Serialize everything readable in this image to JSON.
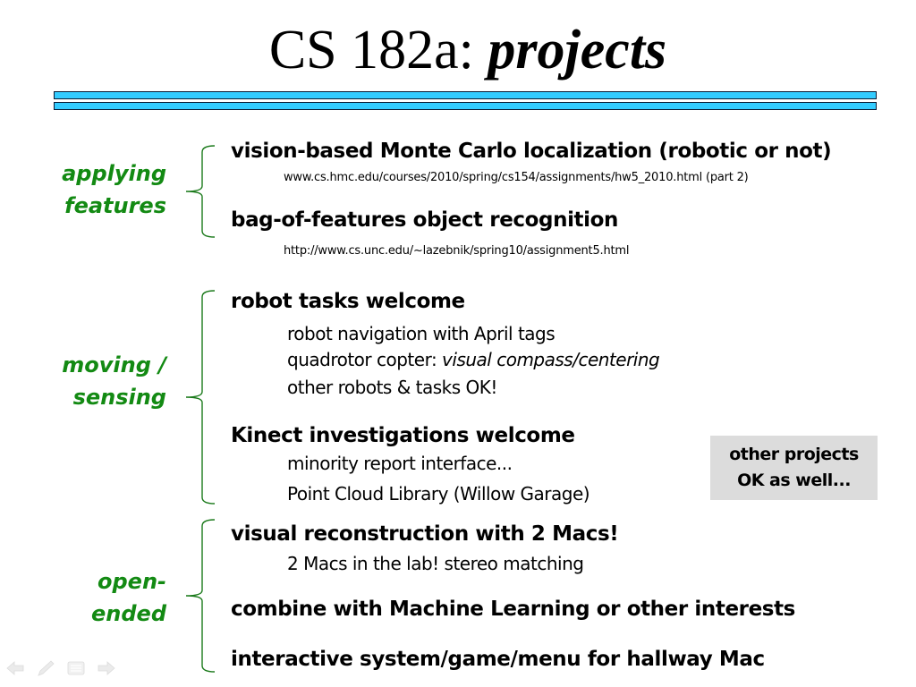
{
  "slide": {
    "title_plain": "CS 182a: ",
    "title_emphasis": "projects"
  },
  "categories": [
    {
      "label_lines": [
        "applying",
        "features"
      ],
      "items": [
        {
          "heading": "vision-based Monte Carlo localization (robotic or not)",
          "url": "www.cs.hmc.edu/courses/2010/spring/cs154/assignments/hw5_2010.html (part 2)"
        },
        {
          "heading": "bag-of-features object recognition",
          "url": "http://www.cs.unc.edu/~lazebnik/spring10/assignment5.html"
        }
      ]
    },
    {
      "label_lines": [
        "moving /",
        "sensing"
      ],
      "items": [
        {
          "heading": "robot tasks welcome",
          "subs": [
            {
              "text": "robot navigation with April tags"
            },
            {
              "text": "quadrotor copter: ",
              "italic": "visual compass/centering"
            },
            {
              "text": "other robots & tasks OK!"
            }
          ]
        },
        {
          "heading": "Kinect investigations welcome",
          "subs": [
            {
              "text": "minority report interface..."
            },
            {
              "text": "Point Cloud Library (Willow Garage)"
            }
          ]
        }
      ]
    },
    {
      "label_lines": [
        "open-",
        "ended"
      ],
      "items": [
        {
          "heading": "visual reconstruction with 2 Macs!",
          "subs": [
            {
              "text": "2 Macs in the lab! stereo matching"
            }
          ]
        },
        {
          "heading": "combine with Machine Learning or other interests"
        },
        {
          "heading": "interactive system/game/menu for hallway Mac"
        }
      ]
    }
  ],
  "note_box": {
    "lines": [
      "other projects",
      "OK as well..."
    ]
  },
  "nav_icons": [
    "arrow-left-icon",
    "pen-icon",
    "menu-icon",
    "arrow-right-icon"
  ],
  "colors": {
    "rule_fill": "#33ccff",
    "category_label": "#138a13",
    "note_box_bg": "#dcdcdc"
  }
}
